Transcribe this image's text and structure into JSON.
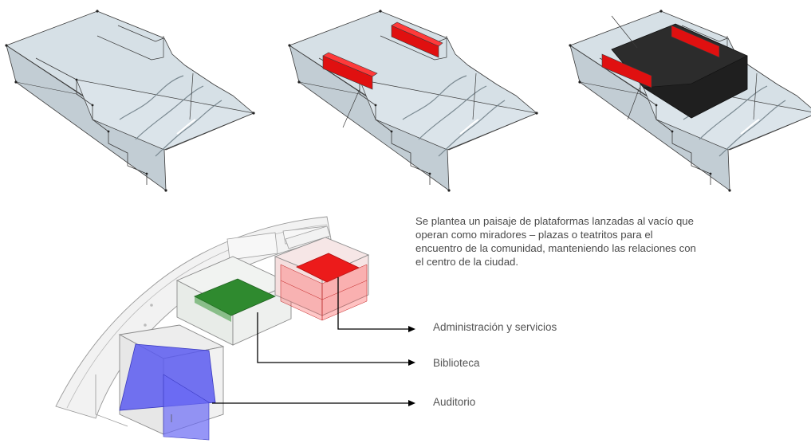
{
  "description": "Se plantea un paisaje de plataformas lanzadas al vacío que\noperan como miradores – plazas o teatritos para el\nencuentro de la comunidad, manteniendo las relaciones con\nel centro de la ciudad.",
  "labels": {
    "administracion": "Administración y servicios",
    "biblioteca": "Biblioteca",
    "auditorio": "Auditorio"
  },
  "colors": {
    "terrain": "#d3dde3",
    "terrain_side": "#c2cdd4",
    "edge": "#3a3a3a",
    "red_platform": "#e01010",
    "dark_volume": "#2c2c2c",
    "administracion": "#ec1b1b",
    "biblioteca": "#2f8a2f",
    "auditorio": "#5a5af0",
    "leader": "#000000"
  }
}
